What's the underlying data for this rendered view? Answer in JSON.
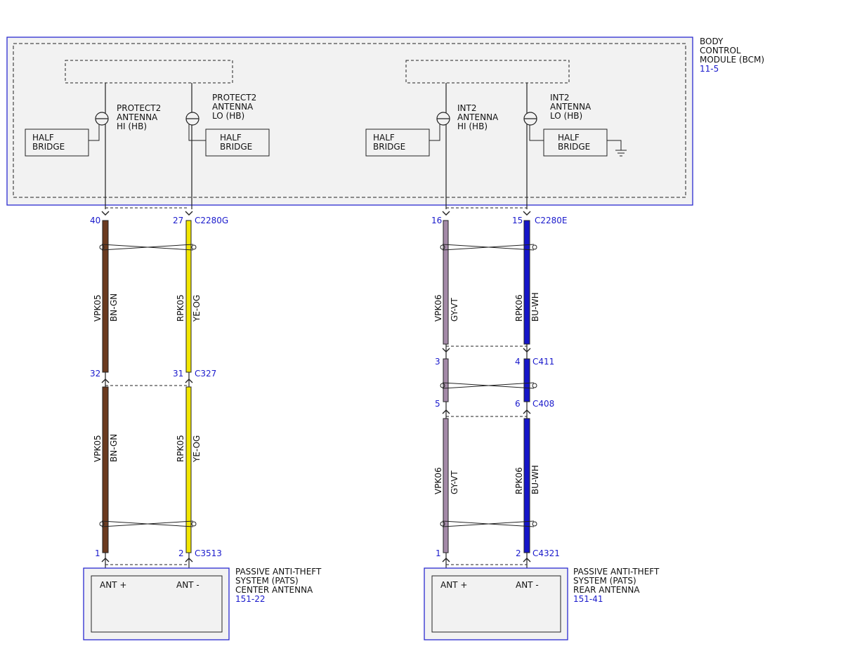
{
  "bcm": {
    "title_lines": [
      "BODY",
      "CONTROL",
      "MODULE (BCM)"
    ],
    "ref": "11-5",
    "half_bridge_lines": [
      "HALF",
      "BRIDGE"
    ],
    "circuits": [
      {
        "label_lines": [
          "PROTECT2",
          "ANTENNA",
          "HI (HB)"
        ]
      },
      {
        "label_lines": [
          "PROTECT2",
          "ANTENNA",
          "LO (HB)"
        ]
      },
      {
        "label_lines": [
          "INT2",
          "ANTENNA",
          "HI (HB)"
        ]
      },
      {
        "label_lines": [
          "INT2",
          "ANTENNA",
          "LO (HB)"
        ]
      }
    ]
  },
  "connectors": [
    {
      "name": "C2280G",
      "pins": [
        "40",
        "27"
      ]
    },
    {
      "name": "C327",
      "pins": [
        "32",
        "31"
      ]
    },
    {
      "name": "C3513",
      "pins": [
        "1",
        "2"
      ]
    },
    {
      "name": "C2280E",
      "pins": [
        "16",
        "15"
      ]
    },
    {
      "name": "C411",
      "pins": [
        "3",
        "4"
      ]
    },
    {
      "name": "C408",
      "pins": [
        "5",
        "6"
      ]
    },
    {
      "name": "C4321",
      "pins": [
        "1",
        "2"
      ]
    }
  ],
  "wires": [
    {
      "circuit": "VPK05",
      "color_code": "BN-GN",
      "color": "#6b3a1f"
    },
    {
      "circuit": "RPK05",
      "color_code": "YE-OG",
      "color": "#f2e600"
    },
    {
      "circuit": "VPK06",
      "color_code": "GY-VT",
      "color": "#a48aa8"
    },
    {
      "circuit": "RPK06",
      "color_code": "BU-WH",
      "color": "#1515c8"
    }
  ],
  "components": [
    {
      "title_lines": [
        "PASSIVE ANTI-THEFT",
        "SYSTEM (PATS)",
        "CENTER ANTENNA"
      ],
      "ref": "151-22",
      "pins": [
        "ANT +",
        "ANT -"
      ]
    },
    {
      "title_lines": [
        "PASSIVE ANTI-THEFT",
        "SYSTEM (PATS)",
        "REAR ANTENNA"
      ],
      "ref": "151-41",
      "pins": [
        "ANT +",
        "ANT -"
      ]
    }
  ],
  "colors": {
    "module_border": "#2a2ad0",
    "module_fill": "#f2f2f2",
    "label_blue": "#1a1acc"
  }
}
